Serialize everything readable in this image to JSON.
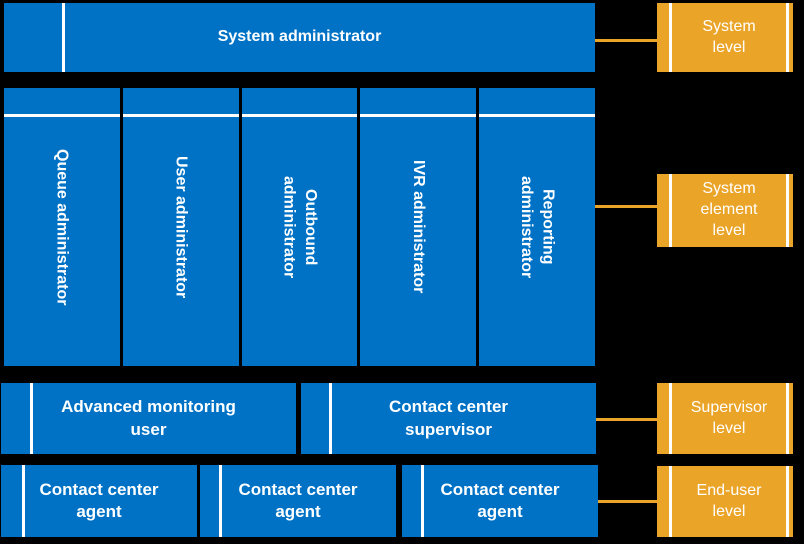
{
  "colors": {
    "background": "#000000",
    "box_blue": "#0072C6",
    "box_orange": "#EAA428",
    "text_white": "#FFFFFF"
  },
  "system_row": {
    "label": "System administrator"
  },
  "element_columns": [
    {
      "label": "Queue administrator"
    },
    {
      "label": "User administrator"
    },
    {
      "label": "Outbound\nadministrator"
    },
    {
      "label": "IVR administrator"
    },
    {
      "label": "Reporting\nadministrator"
    }
  ],
  "supervisor_row": [
    {
      "label": "Advanced monitoring\nuser"
    },
    {
      "label": "Contact center\nsupervisor"
    }
  ],
  "agent_row": [
    {
      "label": "Contact center\nagent"
    },
    {
      "label": "Contact center\nagent"
    },
    {
      "label": "Contact center\nagent"
    }
  ],
  "level_labels": [
    {
      "label": "System\nlevel"
    },
    {
      "label": "System\nelement\nlevel"
    },
    {
      "label": "Supervisor\nlevel"
    },
    {
      "label": "End-user\nlevel"
    }
  ]
}
